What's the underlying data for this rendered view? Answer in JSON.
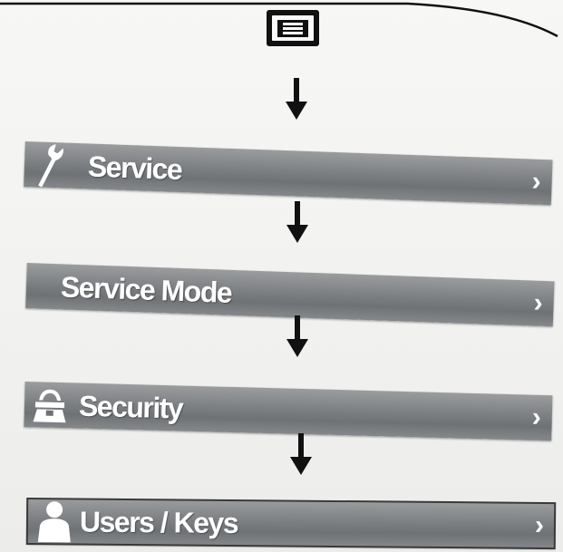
{
  "header": {
    "menu_icon": "hamburger-menu-icon"
  },
  "flow_arrows": [
    "arrow-down-icon",
    "arrow-down-icon",
    "arrow-down-icon",
    "arrow-down-icon"
  ],
  "menu": {
    "service": {
      "label": "Service",
      "icon": "wrench-icon",
      "chevron": "›"
    },
    "service_mode": {
      "label": "Service Mode",
      "chevron": "›"
    },
    "security": {
      "label": "Security",
      "icon": "security-person-icon",
      "chevron": "›"
    },
    "users_keys": {
      "label": "Users / Keys",
      "icon": "user-icon",
      "chevron": "›"
    }
  },
  "colors": {
    "bar": "#7d8083",
    "text": "#ffffff",
    "arrow": "#111111"
  }
}
